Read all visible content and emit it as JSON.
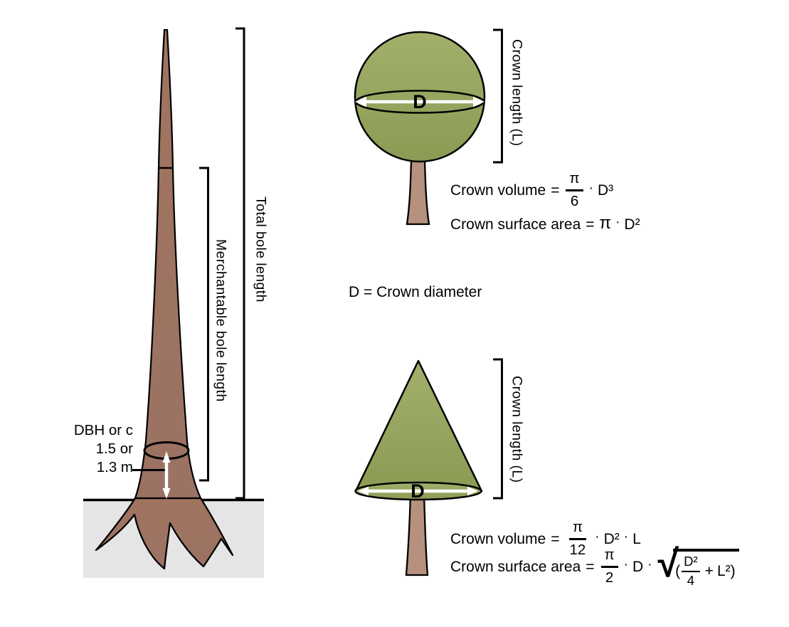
{
  "colors": {
    "crown_green": "#9aa863",
    "crown_green_dark": "#8b9b54",
    "trunk_brown": "#9c7160",
    "trunk_light": "#b5917e",
    "ground_gray": "#e5e5e5",
    "outline": "#000000",
    "arrow_white": "#ffffff"
  },
  "bole": {
    "total_label": "Total bole length",
    "merchantable_label": "Merchantable bole length",
    "dbh_label": "DBH or c",
    "dbh_height_line1": "1.5 or",
    "dbh_height_line2": "1.3 m"
  },
  "legend": {
    "d_definition": "D = Crown diameter"
  },
  "sphere": {
    "crown_length_label": "Crown length (L)",
    "d_label": "D",
    "volume": {
      "label": "Crown volume",
      "equals": "=",
      "frac_num": "π",
      "frac_den": "6",
      "dot": "·",
      "term": "D³"
    },
    "surface": {
      "label": "Crown surface area",
      "equals": "=",
      "pi": "π",
      "dot": "·",
      "term": "D²"
    }
  },
  "cone": {
    "crown_length_label": "Crown length (L)",
    "d_label": "D",
    "volume": {
      "label": "Crown volume",
      "equals": "=",
      "frac_num": "π",
      "frac_den": "12",
      "dot1": "·",
      "term1": "D²",
      "dot2": "·",
      "term2": "L"
    },
    "surface": {
      "label": "Crown surface area",
      "equals": "=",
      "frac_num": "π",
      "frac_den": "2",
      "dot1": "·",
      "term1": "D",
      "dot2": "·",
      "radical": "√",
      "open_paren": "(",
      "root_frac_num": "D²",
      "root_frac_den": "4",
      "plus": "+",
      "root_term": "L²",
      "close_paren": ")"
    }
  }
}
